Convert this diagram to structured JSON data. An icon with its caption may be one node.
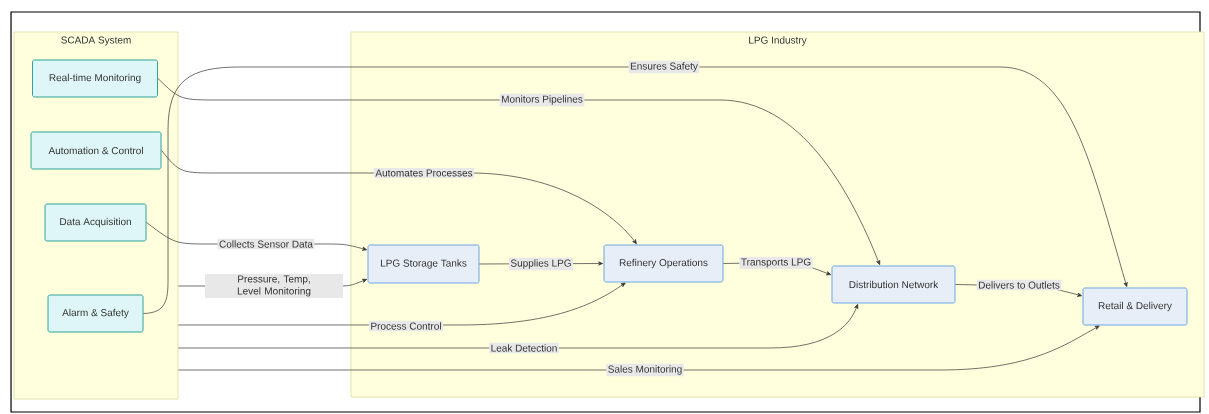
{
  "diagram": {
    "nodes": [
      {
        "text": [
          "SCADA System"
        ]
      },
      {
        "text": [
          "Real-time Monitoring"
        ],
        "in": 0
      },
      {
        "text": [
          "Automation & Control"
        ],
        "in": 0
      },
      {
        "text": [
          "Data Acquisition"
        ],
        "in": 0
      },
      {
        "text": [
          "Alarm & Safety"
        ],
        "in": 0
      },
      {
        "text": [
          "LPG Industry"
        ]
      },
      {
        "text": [
          "LPG Storage Tanks"
        ],
        "in": 5
      },
      {
        "text": [
          "Refinery Operations"
        ],
        "in": 5
      },
      {
        "text": [
          "Distribution Network"
        ],
        "in": 5
      },
      {
        "text": [
          "Retail & Delivery"
        ],
        "in": 5
      }
    ],
    "edges": [
      {
        "from": 4,
        "to": 9,
        "arrow": "to",
        "label": "Ensures Safety"
      },
      {
        "from": 1,
        "to": 8,
        "arrow": "to",
        "label": "Monitors Pipelines"
      },
      {
        "from": 2,
        "to": 7,
        "arrow": "to",
        "label": "Automates Processes"
      },
      {
        "from": 3,
        "to": 6,
        "arrow": "to",
        "label": "Collects Sensor Data"
      },
      {
        "from": 0,
        "to": 6,
        "arrow": "to",
        "label": "Pressure, Temp, Level Monitoring"
      },
      {
        "from": 6,
        "to": 7,
        "arrow": "to",
        "label": "Supplies LPG"
      },
      {
        "from": 0,
        "to": 7,
        "arrow": "to",
        "label": "Process Control"
      },
      {
        "from": 7,
        "to": 8,
        "arrow": "to",
        "label": "Transports LPG"
      },
      {
        "from": 0,
        "to": 8,
        "arrow": "to",
        "label": "Leak Detection"
      },
      {
        "from": 8,
        "to": 9,
        "arrow": "to",
        "label": "Delivers to Outlets"
      },
      {
        "from": 0,
        "to": 9,
        "arrow": "to",
        "label": "Sales Monitoring"
      }
    ]
  }
}
